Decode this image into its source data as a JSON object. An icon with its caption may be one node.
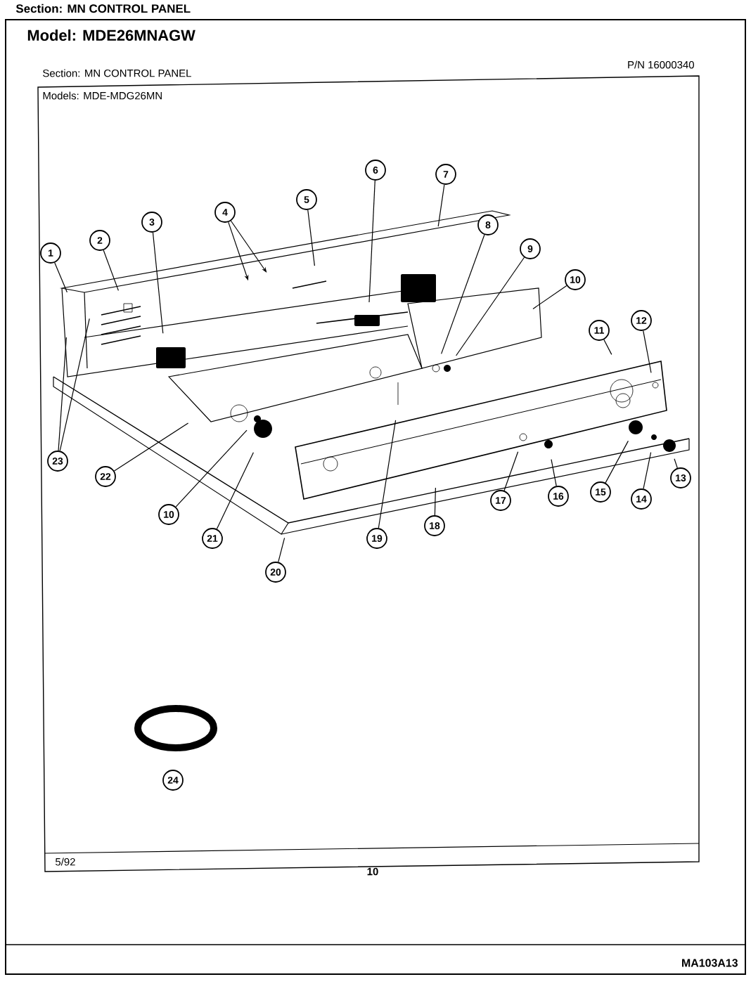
{
  "diagram": {
    "nodes": [
      {
        "text": [
          "1"
        ]
      },
      {
        "text": [
          "2"
        ]
      },
      {
        "text": [
          "3"
        ]
      },
      {
        "text": [
          "4"
        ]
      },
      {
        "text": [
          "5"
        ]
      },
      {
        "text": [
          "6"
        ]
      },
      {
        "text": [
          "7"
        ]
      },
      {
        "text": [
          "8"
        ]
      },
      {
        "text": [
          "9"
        ]
      },
      {
        "text": [
          "10"
        ]
      },
      {
        "text": [
          "10"
        ]
      },
      {
        "text": [
          "11"
        ]
      },
      {
        "text": [
          "12"
        ]
      },
      {
        "text": [
          "13"
        ]
      },
      {
        "text": [
          "14"
        ]
      },
      {
        "text": [
          "15"
        ]
      },
      {
        "text": [
          "16"
        ]
      },
      {
        "text": [
          "17"
        ]
      },
      {
        "text": [
          "18"
        ]
      },
      {
        "text": [
          "19"
        ]
      },
      {
        "text": [
          "20"
        ]
      },
      {
        "text": [
          "21"
        ]
      },
      {
        "text": [
          "22"
        ]
      },
      {
        "text": [
          "23"
        ]
      },
      {
        "text": [
          "24"
        ]
      }
    ],
    "edges": [
      {
        "from": 0,
        "to": null,
        "arrow": "none"
      },
      {
        "from": 1,
        "to": null,
        "arrow": "none"
      },
      {
        "from": 2,
        "to": null,
        "arrow": "none"
      },
      {
        "from": 3,
        "to": null,
        "arrow": "to"
      },
      {
        "from": 3,
        "to": null,
        "arrow": "to"
      },
      {
        "from": 4,
        "to": null,
        "arrow": "none"
      },
      {
        "from": 5,
        "to": null,
        "arrow": "none"
      },
      {
        "from": 6,
        "to": null,
        "arrow": "none"
      },
      {
        "from": 7,
        "to": null,
        "arrow": "none"
      },
      {
        "from": 8,
        "to": null,
        "arrow": "none"
      },
      {
        "from": 9,
        "to": null,
        "arrow": "none"
      },
      {
        "from": 10,
        "to": null,
        "arrow": "none"
      },
      {
        "from": 11,
        "to": null,
        "arrow": "none"
      },
      {
        "from": 12,
        "to": null,
        "arrow": "none"
      },
      {
        "from": 13,
        "to": null,
        "arrow": "none"
      },
      {
        "from": 14,
        "to": null,
        "arrow": "none"
      },
      {
        "from": 15,
        "to": null,
        "arrow": "none"
      },
      {
        "from": 16,
        "to": null,
        "arrow": "none"
      },
      {
        "from": 17,
        "to": null,
        "arrow": "none"
      },
      {
        "from": 18,
        "to": null,
        "arrow": "none"
      },
      {
        "from": 19,
        "to": null,
        "arrow": "none"
      },
      {
        "from": 20,
        "to": null,
        "arrow": "none"
      },
      {
        "from": 21,
        "to": null,
        "arrow": "none"
      },
      {
        "from": 22,
        "to": null,
        "arrow": "none"
      },
      {
        "from": 23,
        "to": null,
        "arrow": "none"
      },
      {
        "from": 23,
        "to": null,
        "arrow": "none"
      }
    ],
    "labels": [
      "Section: MN CONTROL PANEL",
      "Model: MDE26MNAGW",
      "Section: MN CONTROL PANEL",
      "P/N 16000340",
      "Models: MDE-MDG26MN",
      "5/92",
      "10",
      "MA103A13"
    ]
  }
}
